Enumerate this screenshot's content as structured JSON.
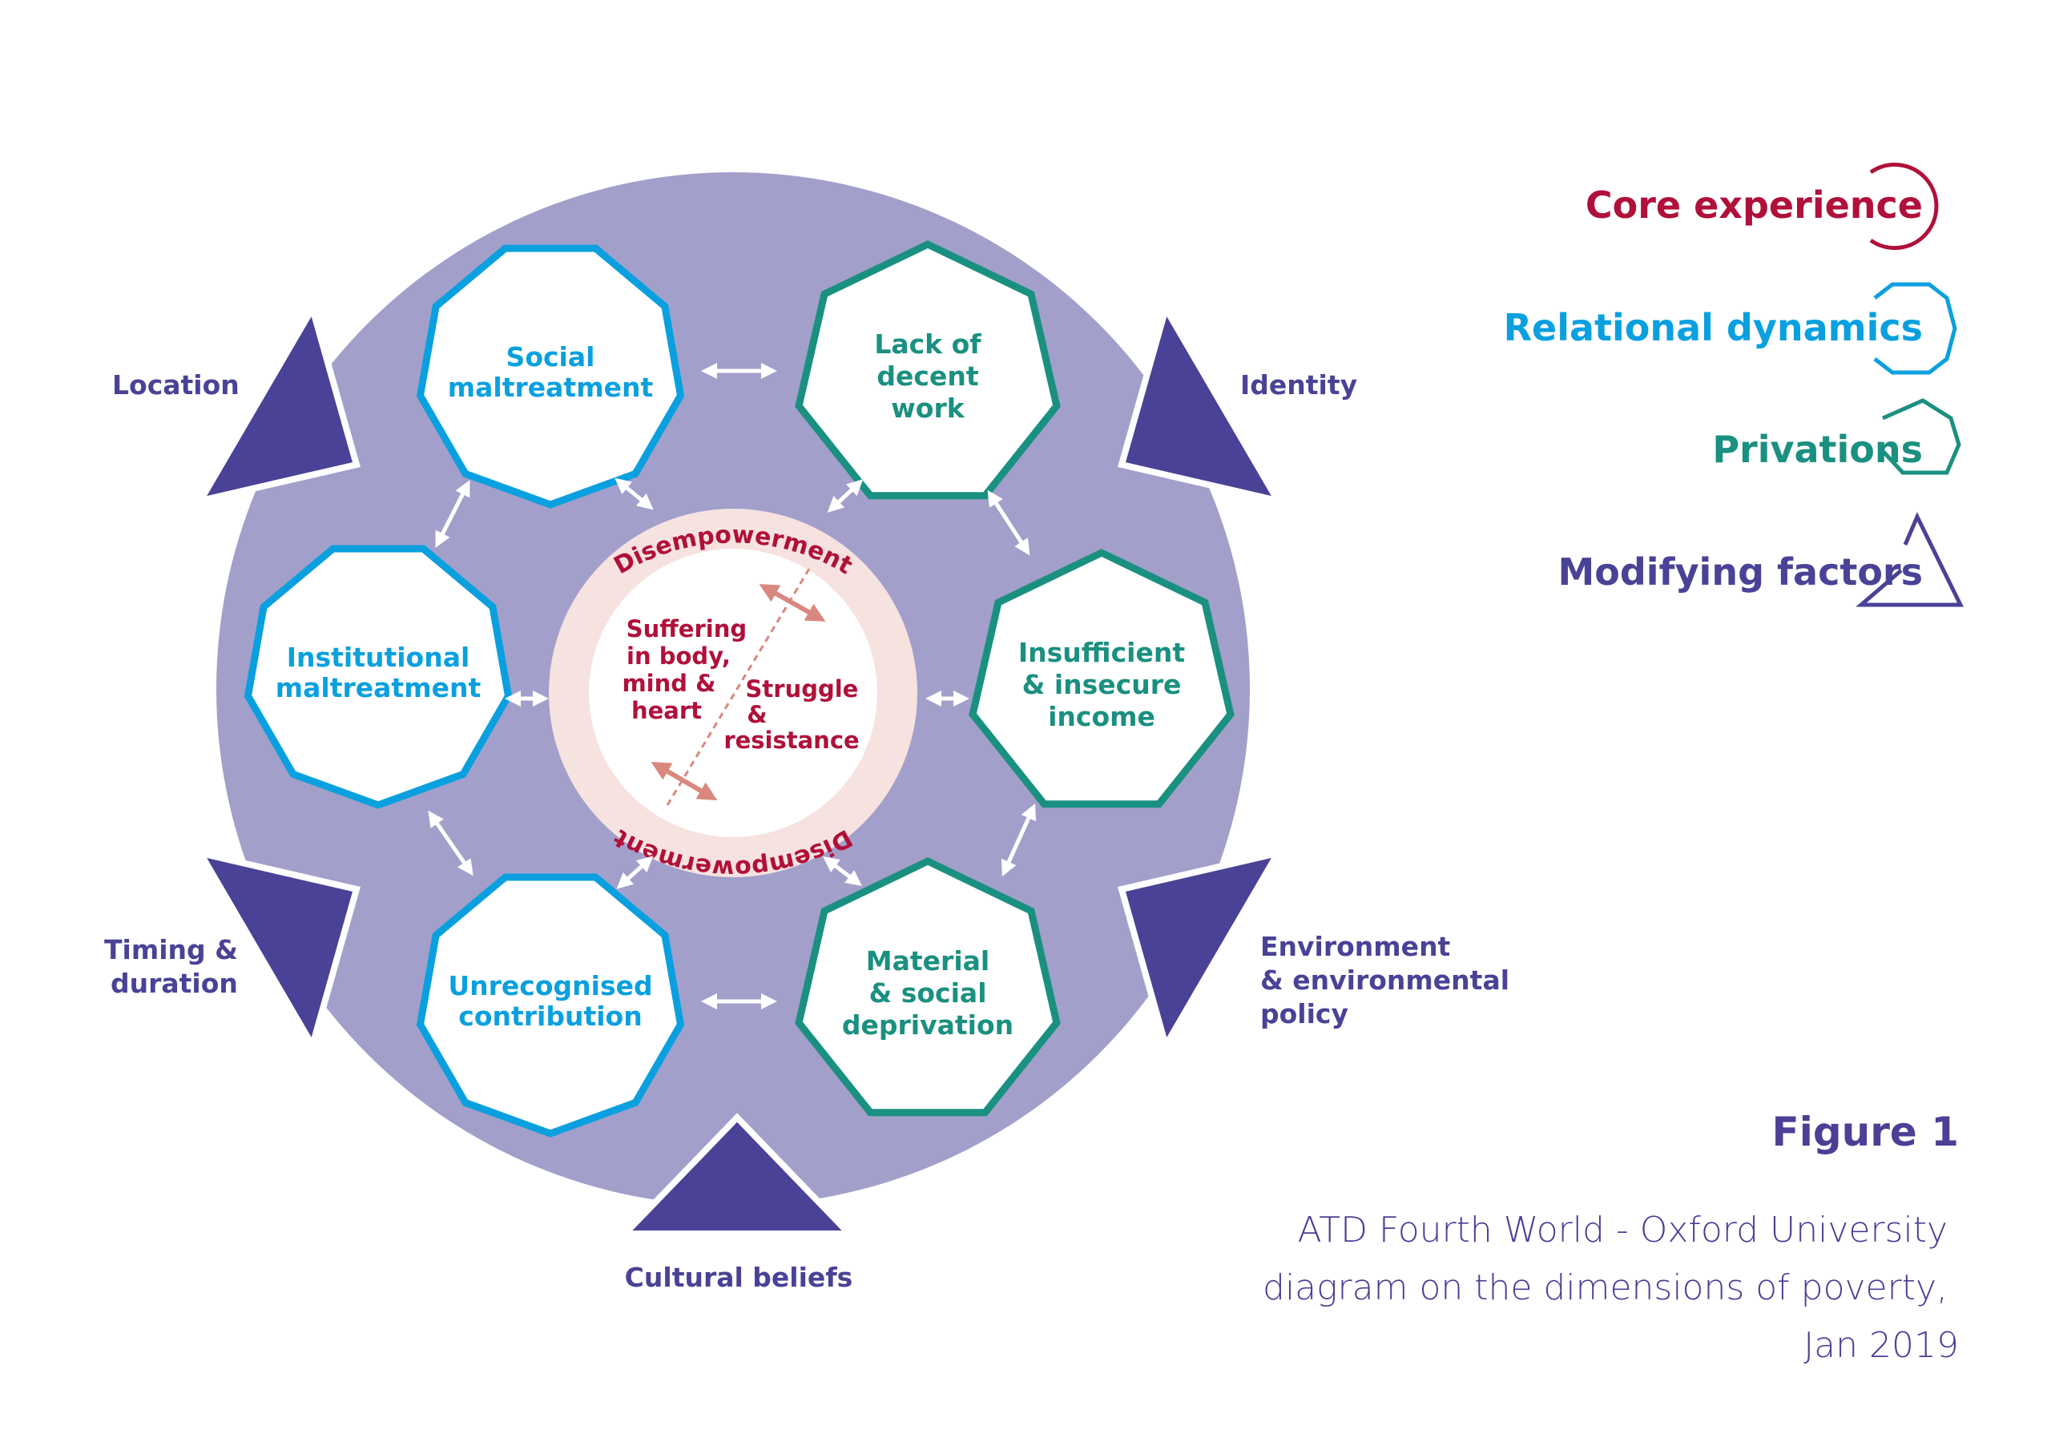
{
  "colors": {
    "background_disc": "#a39fcb",
    "core_red": "#b0103a",
    "core_ring": "#f6e2df",
    "relational_blue": "#0aa0df",
    "privation_green": "#1a9080",
    "modifier_purple": "#4a4296",
    "arrow_white": "#ffffff",
    "core_arrow": "#d98880"
  },
  "core": {
    "ring_top": "Disempowerment",
    "ring_bottom": "Disempowerment",
    "left_lines": [
      "Suffering",
      "in body,",
      "mind &",
      "heart"
    ],
    "right_lines": [
      "Struggle",
      "&",
      "resistance"
    ]
  },
  "relational": [
    {
      "name": "social-maltreatment",
      "lines": [
        "Social",
        "maltreatment"
      ]
    },
    {
      "name": "institutional-maltreatment",
      "lines": [
        "Institutional",
        "maltreatment"
      ]
    },
    {
      "name": "unrecognised-contribution",
      "lines": [
        "Unrecognised",
        "contribution"
      ]
    }
  ],
  "privations": [
    {
      "name": "lack-of-decent-work",
      "lines": [
        "Lack of",
        "decent",
        "work"
      ]
    },
    {
      "name": "insufficient-insecure-income",
      "lines": [
        "Insufficient",
        "& insecure",
        "income"
      ]
    },
    {
      "name": "material-social-deprivation",
      "lines": [
        "Material",
        "& social",
        "deprivation"
      ]
    }
  ],
  "modifiers": [
    {
      "name": "location",
      "lines": [
        "Location"
      ]
    },
    {
      "name": "identity",
      "lines": [
        "Identity"
      ]
    },
    {
      "name": "timing-duration",
      "lines": [
        "Timing &",
        "duration"
      ]
    },
    {
      "name": "environment-policy",
      "lines": [
        "Environment",
        "& environmental",
        "policy"
      ]
    },
    {
      "name": "cultural-beliefs",
      "lines": [
        "Cultural beliefs"
      ]
    }
  ],
  "legend": [
    {
      "name": "core-experience",
      "label": "Core experience",
      "shape": "circle"
    },
    {
      "name": "relational-dynamics",
      "label": "Relational dynamics",
      "shape": "nonagon"
    },
    {
      "name": "privations",
      "label": "Privations",
      "shape": "heptagon"
    },
    {
      "name": "modifying-factors",
      "label": "Modifying factors",
      "shape": "triangle"
    }
  ],
  "figure": {
    "title": "Figure 1",
    "caption_lines": [
      "ATD Fourth World - Oxford University",
      "diagram on the dimensions of poverty,",
      "Jan 2019"
    ]
  }
}
